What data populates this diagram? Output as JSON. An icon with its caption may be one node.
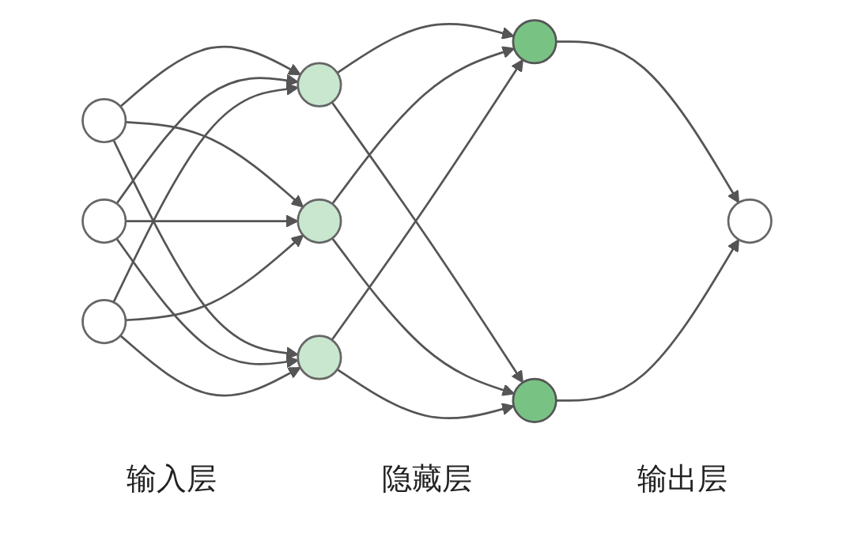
{
  "diagram": {
    "nodes": [
      {
        "text": [],
        "shape": "circle"
      },
      {
        "text": [],
        "shape": "circle"
      },
      {
        "text": [],
        "shape": "circle"
      },
      {
        "text": [],
        "shape": "circle"
      },
      {
        "text": [],
        "shape": "circle"
      },
      {
        "text": [],
        "shape": "circle"
      },
      {
        "text": [],
        "shape": "circle"
      },
      {
        "text": [],
        "shape": "circle"
      },
      {
        "text": [],
        "shape": "circle"
      }
    ],
    "edges": [
      {
        "from": 0,
        "to": 3,
        "arrow": "to"
      },
      {
        "from": 0,
        "to": 4,
        "arrow": "to"
      },
      {
        "from": 0,
        "to": 5,
        "arrow": "to"
      },
      {
        "from": 1,
        "to": 3,
        "arrow": "to"
      },
      {
        "from": 1,
        "to": 4,
        "arrow": "to"
      },
      {
        "from": 1,
        "to": 5,
        "arrow": "to"
      },
      {
        "from": 2,
        "to": 3,
        "arrow": "to"
      },
      {
        "from": 2,
        "to": 4,
        "arrow": "to"
      },
      {
        "from": 2,
        "to": 5,
        "arrow": "to"
      },
      {
        "from": 3,
        "to": 6,
        "arrow": "to"
      },
      {
        "from": 3,
        "to": 7,
        "arrow": "to"
      },
      {
        "from": 4,
        "to": 6,
        "arrow": "to"
      },
      {
        "from": 4,
        "to": 7,
        "arrow": "to"
      },
      {
        "from": 5,
        "to": 6,
        "arrow": "to"
      },
      {
        "from": 5,
        "to": 7,
        "arrow": "to"
      },
      {
        "from": 6,
        "to": 8,
        "arrow": "to"
      },
      {
        "from": 7,
        "to": 8,
        "arrow": "to"
      }
    ],
    "labels": [
      "输入层",
      "隐藏层",
      "输出层"
    ]
  }
}
